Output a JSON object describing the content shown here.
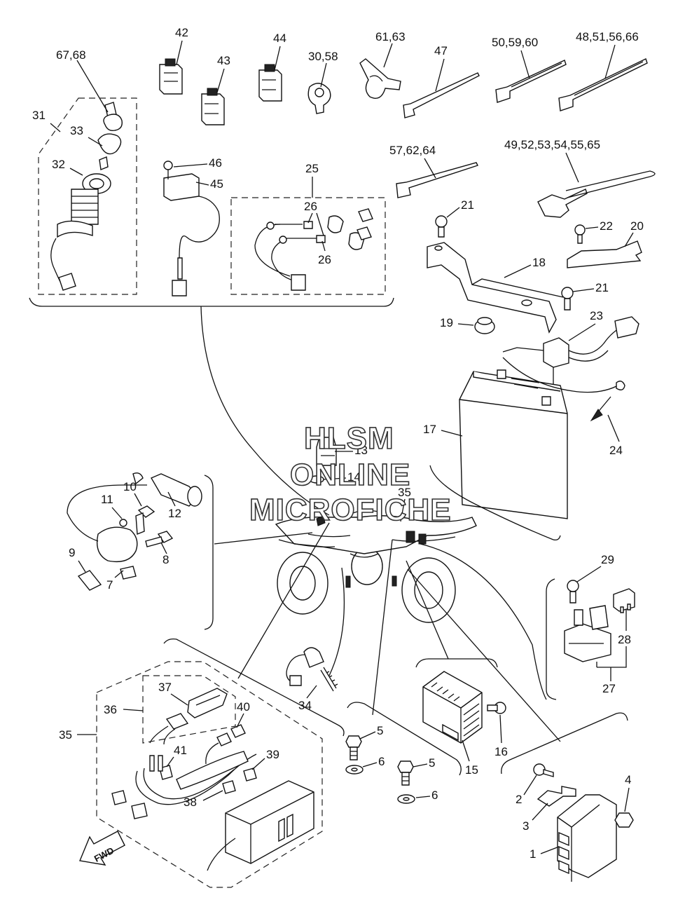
{
  "watermark": {
    "line1": "HLSM",
    "line2": "ONLINE",
    "line3": "MICROFICHE"
  },
  "fwd_label": "FWD",
  "labels": {
    "p1": "1",
    "p2": "2",
    "p3": "3",
    "p4": "4",
    "p5a": "5",
    "p5b": "5",
    "p6a": "6",
    "p6b": "6",
    "p7": "7",
    "p8": "8",
    "p9": "9",
    "p10": "10",
    "p11": "11",
    "p12": "12",
    "p13": "13",
    "p14": "14",
    "p15": "15",
    "p16": "16",
    "p17": "17",
    "p18": "18",
    "p19": "19",
    "p20": "20",
    "p21a": "21",
    "p21b": "21",
    "p22": "22",
    "p23": "23",
    "p24": "24",
    "p25": "25",
    "p26a": "26",
    "p26b": "26",
    "p27": "27",
    "p28": "28",
    "p29": "29",
    "p30_58": "30,58",
    "p31": "31",
    "p32": "32",
    "p33": "33",
    "p34": "34",
    "p35a": "35",
    "p35b": "35",
    "p36": "36",
    "p37": "37",
    "p38": "38",
    "p39": "39",
    "p40": "40",
    "p41": "41",
    "p42": "42",
    "p43": "43",
    "p44": "44",
    "p45": "45",
    "p46": "46",
    "p47": "47",
    "p48_51_56_66": "48,51,56,66",
    "p49_52_53_54_55_65": "49,52,53,54,55,65",
    "p50_59_60": "50,59,60",
    "p57_62_64": "57,62,64",
    "p61_63": "61,63",
    "p67_68": "67,68"
  }
}
